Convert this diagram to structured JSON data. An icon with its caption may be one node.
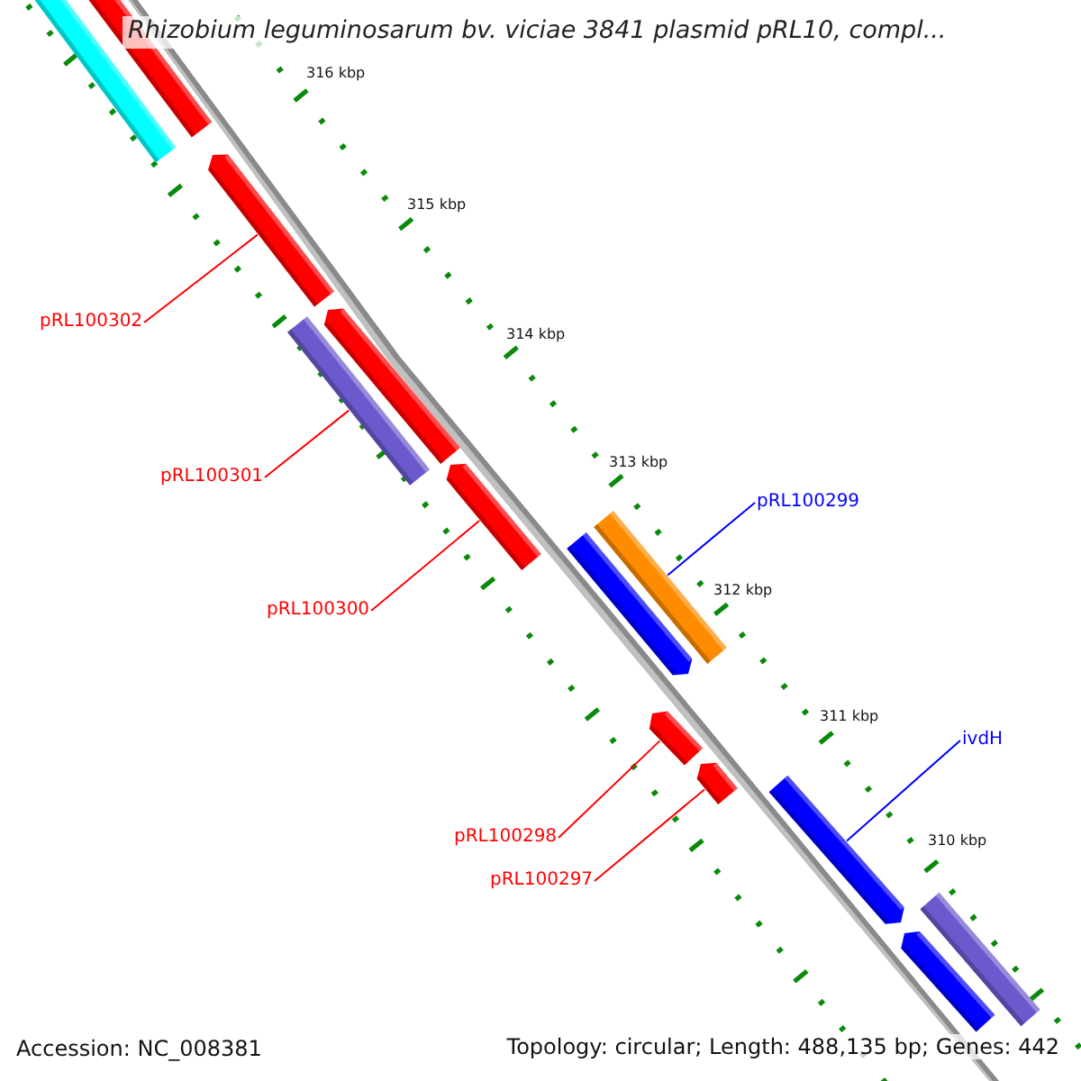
{
  "diagram": {
    "title": "Rhizobium leguminosarum bv. viciae 3841 plasmid pRL10, compl...",
    "nodes": [
      {
        "text": [],
        "shape": "bar"
      },
      {
        "text": [],
        "shape": "bar"
      },
      {
        "text": [],
        "shape": "bar"
      },
      {
        "text": [
          "pRL100302"
        ]
      },
      {
        "text": [],
        "shape": "bar"
      },
      {
        "text": [],
        "shape": "bar"
      },
      {
        "text": [
          "pRL100301"
        ]
      },
      {
        "text": [],
        "shape": "bar"
      },
      {
        "text": [],
        "shape": "bar"
      },
      {
        "text": [],
        "shape": "bar"
      },
      {
        "text": [
          "pRL100299"
        ]
      },
      {
        "text": [
          "pRL100300"
        ]
      },
      {
        "text": [],
        "shape": "bar"
      },
      {
        "text": [],
        "shape": "bar"
      },
      {
        "text": [
          "ivdH"
        ]
      },
      {
        "text": [
          "pRL100298"
        ]
      },
      {
        "text": [
          "pRL100297"
        ]
      },
      {
        "text": [],
        "shape": "bar"
      },
      {
        "text": [],
        "shape": "bar"
      },
      {
        "text": [],
        "shape": "bar"
      }
    ],
    "edges": [
      {
        "from": 3,
        "to": 2,
        "arrow": "none"
      },
      {
        "from": 6,
        "to": 4,
        "arrow": "none"
      },
      {
        "from": 10,
        "to": 8,
        "arrow": "none",
        "color": "#0000ff"
      },
      {
        "from": 11,
        "to": 7,
        "arrow": "none"
      },
      {
        "from": 14,
        "to": 17,
        "arrow": "none",
        "color": "#0000ff"
      },
      {
        "from": 15,
        "to": 12,
        "arrow": "none"
      },
      {
        "from": 16,
        "to": 13,
        "arrow": "none"
      }
    ],
    "labels": [
      "316 kbp",
      "315 kbp",
      "314 kbp",
      "313 kbp",
      "312 kbp",
      "311 kbp",
      "310 kbp",
      "Accession: NC_008381",
      "Topology: circular; Length: 488,135 bp; Genes: 442"
    ]
  }
}
